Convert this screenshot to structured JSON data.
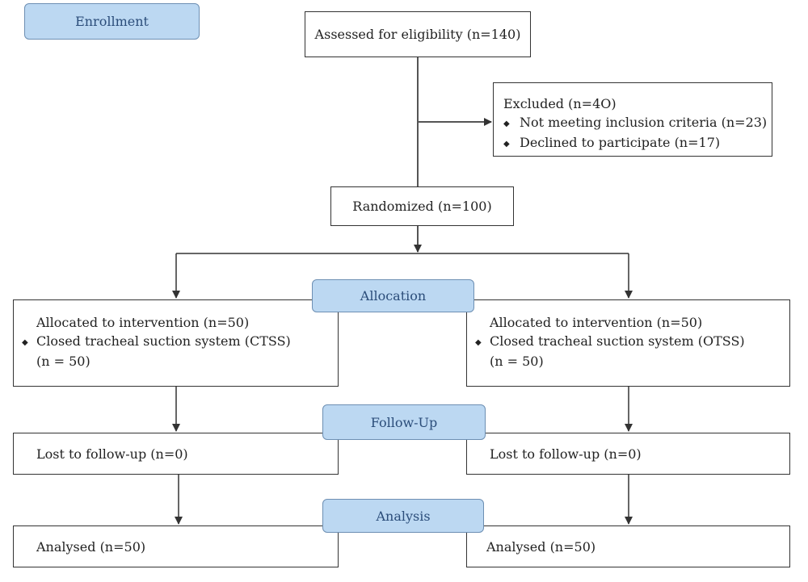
{
  "stages": {
    "enrollment": "Enrollment",
    "allocation": "Allocation",
    "follow_up": "Follow-Up",
    "analysis": "Analysis"
  },
  "assessed": "Assessed for eligibility (n=140)",
  "excluded": {
    "title": "Excluded (n=4O)",
    "items": [
      "Not meeting inclusion criteria (n=23)",
      "Declined to participate (n=17)"
    ]
  },
  "randomized": "Randomized (n=100)",
  "allocation": {
    "left": {
      "title": "Allocated to intervention (n=50)",
      "item": "Closed tracheal suction system (CTSS)",
      "count": "(n = 50)"
    },
    "right": {
      "title": "Allocated to intervention (n=50)",
      "item": "Closed tracheal suction system (OTSS)",
      "count": "(n = 50)"
    }
  },
  "follow_up": {
    "left": "Lost to follow-up (n=0)",
    "right": "Lost to follow-up (n=0)"
  },
  "analysis": {
    "left": "Analysed (n=50)",
    "right": "Analysed (n=50)"
  },
  "colors": {
    "stage_fill": "#bcd8f2",
    "stage_border": "#6d8fb3",
    "line_color": "#333333"
  }
}
